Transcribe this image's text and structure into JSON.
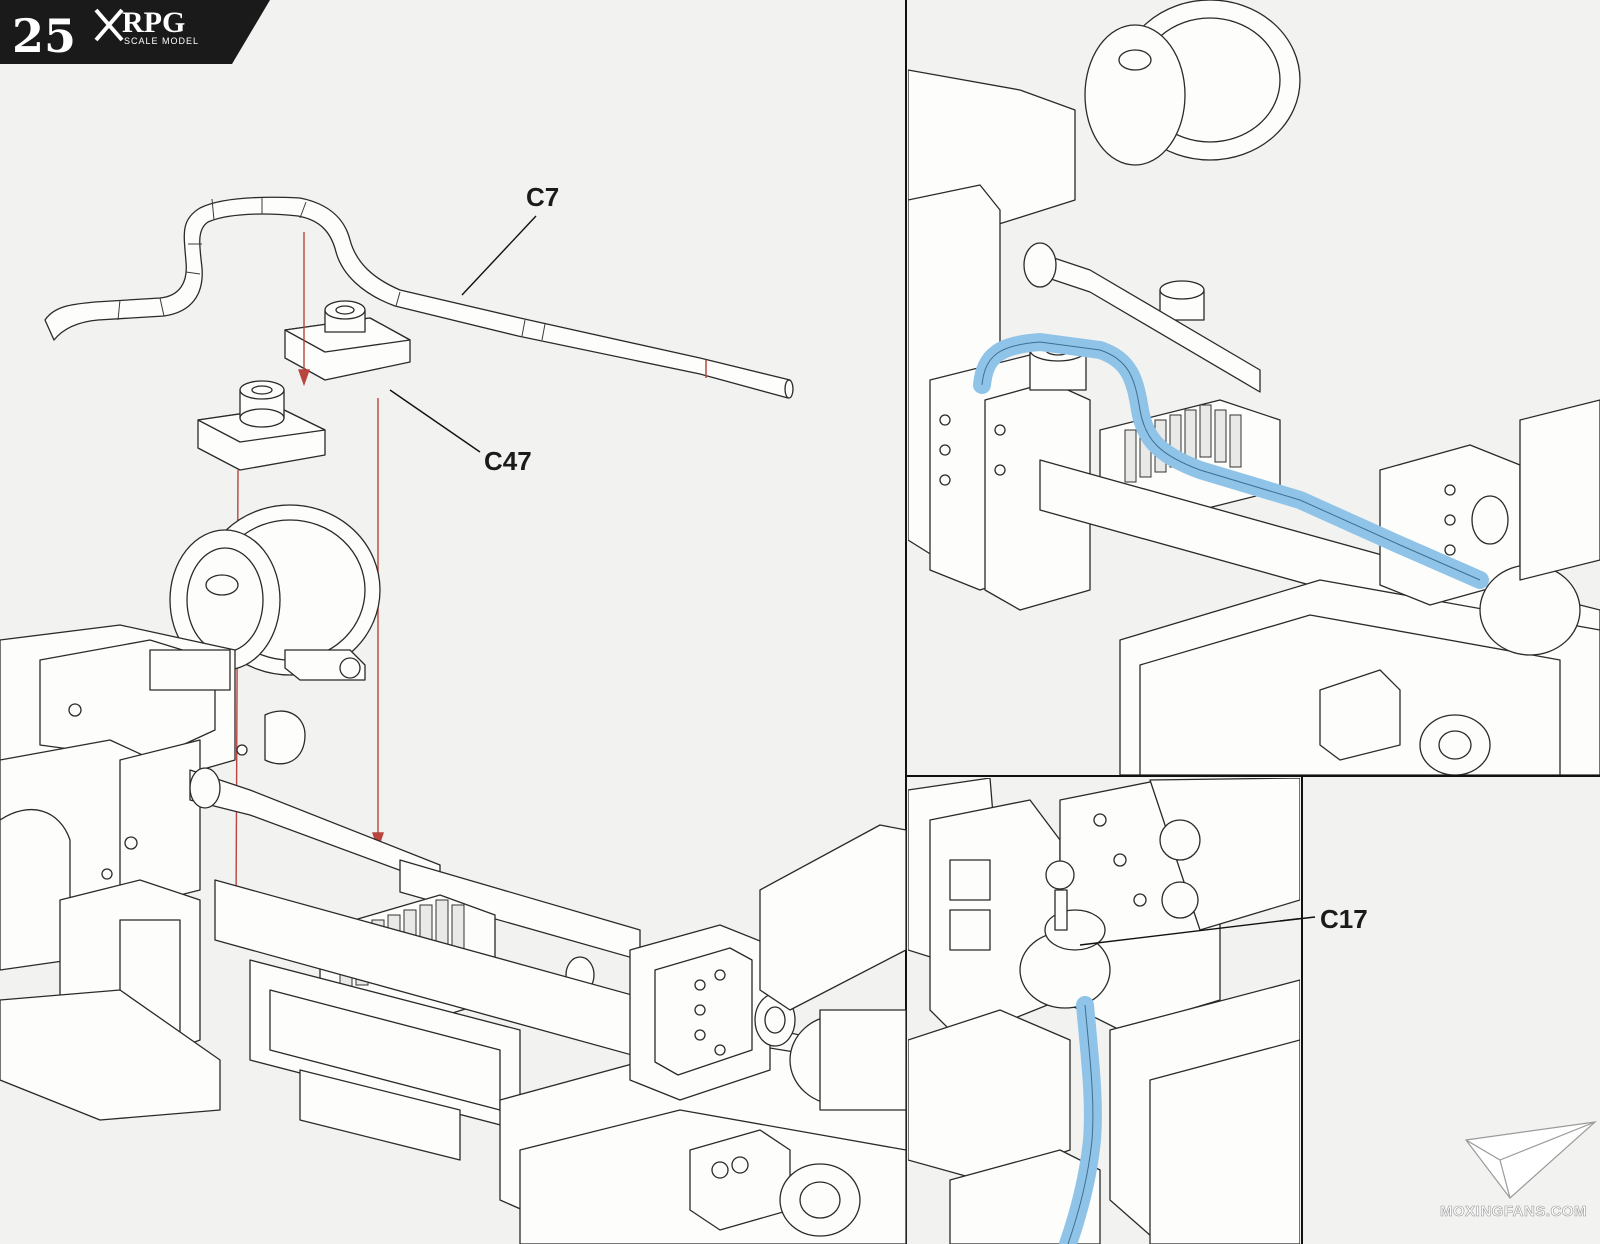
{
  "step": {
    "number": "25",
    "brand": "RPG",
    "brand_sub": "SCALE MODEL",
    "header_color": "#1a1a1a"
  },
  "parts": {
    "c7": "C7",
    "c47": "C47",
    "c17": "C17"
  },
  "highlight": {
    "part": "C7",
    "color": "#8fc4e8"
  },
  "arrow_color": "#b8463e",
  "watermark": {
    "text": "MOXINGFANS.COM",
    "icon": "paper-plane-icon"
  }
}
